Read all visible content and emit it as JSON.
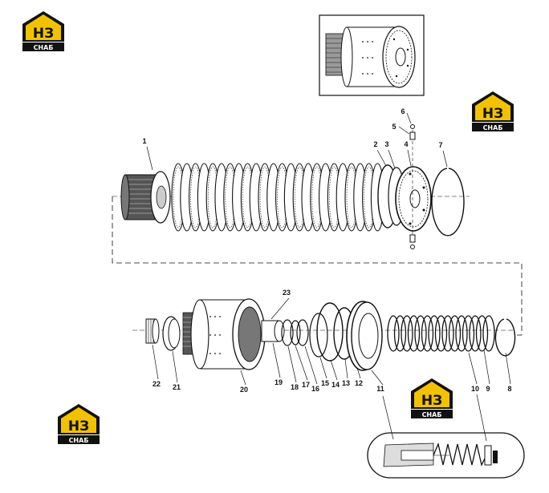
{
  "brand": {
    "logo_mark": "НЗ",
    "logo_caption": "СНАБ",
    "colors": {
      "yellow": "#f2c200",
      "black": "#111111",
      "white": "#ffffff"
    }
  },
  "callouts": [
    "1",
    "2",
    "3",
    "4",
    "5",
    "6",
    "7",
    "8",
    "9",
    "10",
    "11",
    "12",
    "13",
    "14",
    "15",
    "16",
    "17",
    "18",
    "19",
    "20",
    "21",
    "22",
    "23"
  ],
  "colors": {
    "line": "#1a1a1a",
    "fill": "#ffffff",
    "shade": "#bdbdbd"
  }
}
